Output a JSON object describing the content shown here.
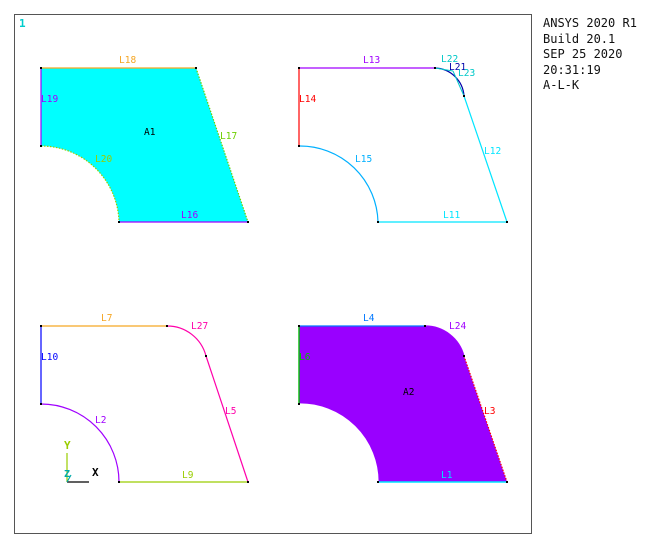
{
  "window_number": "1",
  "legend": [
    "ANSYS 2020 R1",
    "Build 20.1",
    "SEP 25 2020",
    "20:31:19",
    "A-L-K"
  ],
  "triad": {
    "y": "Y",
    "z": "Z",
    "x": "X"
  },
  "colors": {
    "area_cyan": "#00ffff",
    "area_purple": "#9900ff",
    "cyan_line": "#00e5ff",
    "blue_line": "#0000ff",
    "teal_line": "#00c8c8",
    "magenta": "#ff00ff",
    "orange": "#f5a623",
    "purple_line": "#a000ff",
    "red": "#ff0000",
    "green": "#00c000",
    "yellow_green": "#9acd00",
    "lime": "#6ecf00",
    "navy": "#0000aa",
    "pink": "#ff00aa"
  },
  "areas": [
    {
      "name": "A1",
      "color": "area_cyan"
    },
    {
      "name": "A2",
      "color": "area_purple"
    }
  ],
  "lines": {
    "L1": "L1",
    "L2": "L2",
    "L3": "L3",
    "L4": "L4",
    "L5": "L5",
    "L6": "L6",
    "L7": "L7",
    "L9": "L9",
    "L10": "L10",
    "L11": "L11",
    "L12": "L12",
    "L13": "L13",
    "L14": "L14",
    "L15": "L15",
    "L16": "L16",
    "L17": "L17",
    "L18": "L18",
    "L19": "L19",
    "L20": "L20",
    "L21": "L21",
    "L22": "L22",
    "L23": "L23",
    "L24": "L24",
    "L27": "L27"
  }
}
